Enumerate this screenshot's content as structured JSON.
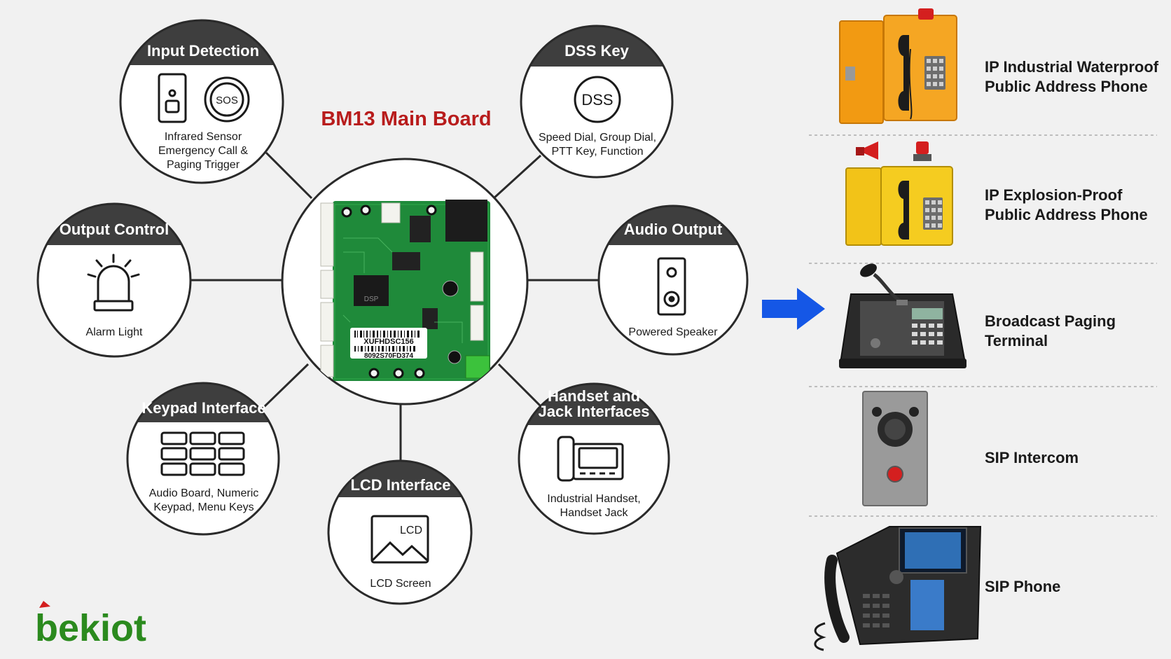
{
  "main_board": {
    "title": "BM13 Main Board",
    "barcode_top": "XUFHDSC156",
    "barcode_bottom": "8092S70FD374",
    "chip_label": "DSP"
  },
  "nodes": [
    {
      "id": "input-detection",
      "header": "Input Detection",
      "lines": [
        "Infrared Sensor",
        "Emergency Call &",
        "Paging Trigger"
      ],
      "icon": "sensor-and-sos-icon",
      "icon_text": "SOS"
    },
    {
      "id": "dss-key",
      "header": "DSS Key",
      "lines": [
        "Speed Dial, Group Dial,",
        "PTT Key, Function"
      ],
      "icon": "dss-key-icon",
      "icon_text": "DSS"
    },
    {
      "id": "output-control",
      "header": "Output Control",
      "lines": [
        "Alarm Light"
      ],
      "icon": "alarm-light-icon"
    },
    {
      "id": "audio-output",
      "header": "Audio Output",
      "lines": [
        "Powered Speaker"
      ],
      "icon": "speaker-icon"
    },
    {
      "id": "keypad-interface",
      "header": "Keypad Interface",
      "lines": [
        "Audio Board, Numeric",
        "Keypad, Menu Keys"
      ],
      "icon": "keypad-icon"
    },
    {
      "id": "lcd-interface",
      "header": "LCD Interface",
      "lines": [
        "LCD Screen"
      ],
      "icon": "lcd-icon",
      "icon_text": "LCD"
    },
    {
      "id": "handset-jack",
      "header": [
        "Handset and",
        "Jack Interfaces"
      ],
      "lines": [
        "Industrial Handset,",
        "Handset Jack"
      ],
      "icon": "handset-phone-icon"
    }
  ],
  "arrow": {
    "icon": "arrow-right-icon",
    "color": "#1557e6"
  },
  "products": [
    {
      "lines": [
        "IP Industrial Waterproof",
        "Public Address Phone"
      ],
      "icon": "waterproof-phone-icon",
      "color": "#f29a12"
    },
    {
      "lines": [
        "IP Explosion-Proof",
        "Public Address Phone"
      ],
      "icon": "explosion-proof-phone-icon",
      "color": "#f2c318"
    },
    {
      "lines": [
        "Broadcast Paging",
        "Terminal"
      ],
      "icon": "paging-terminal-icon",
      "color": "#2a2a2a"
    },
    {
      "lines": [
        "SIP Intercom"
      ],
      "icon": "sip-intercom-icon",
      "color": "#9a9a9a"
    },
    {
      "lines": [
        "SIP Phone"
      ],
      "icon": "sip-phone-icon",
      "color": "#2c2c2c"
    }
  ],
  "logo": {
    "text": "bekiot",
    "color": "#2b8a1e",
    "accent": "#d41f1f"
  },
  "colors": {
    "node_header": "#3e3e3e",
    "node_border": "#2a2a2a",
    "title_red": "#b81c1c",
    "pcb_green": "#1f8a3a",
    "background": "#f1f1f1"
  }
}
